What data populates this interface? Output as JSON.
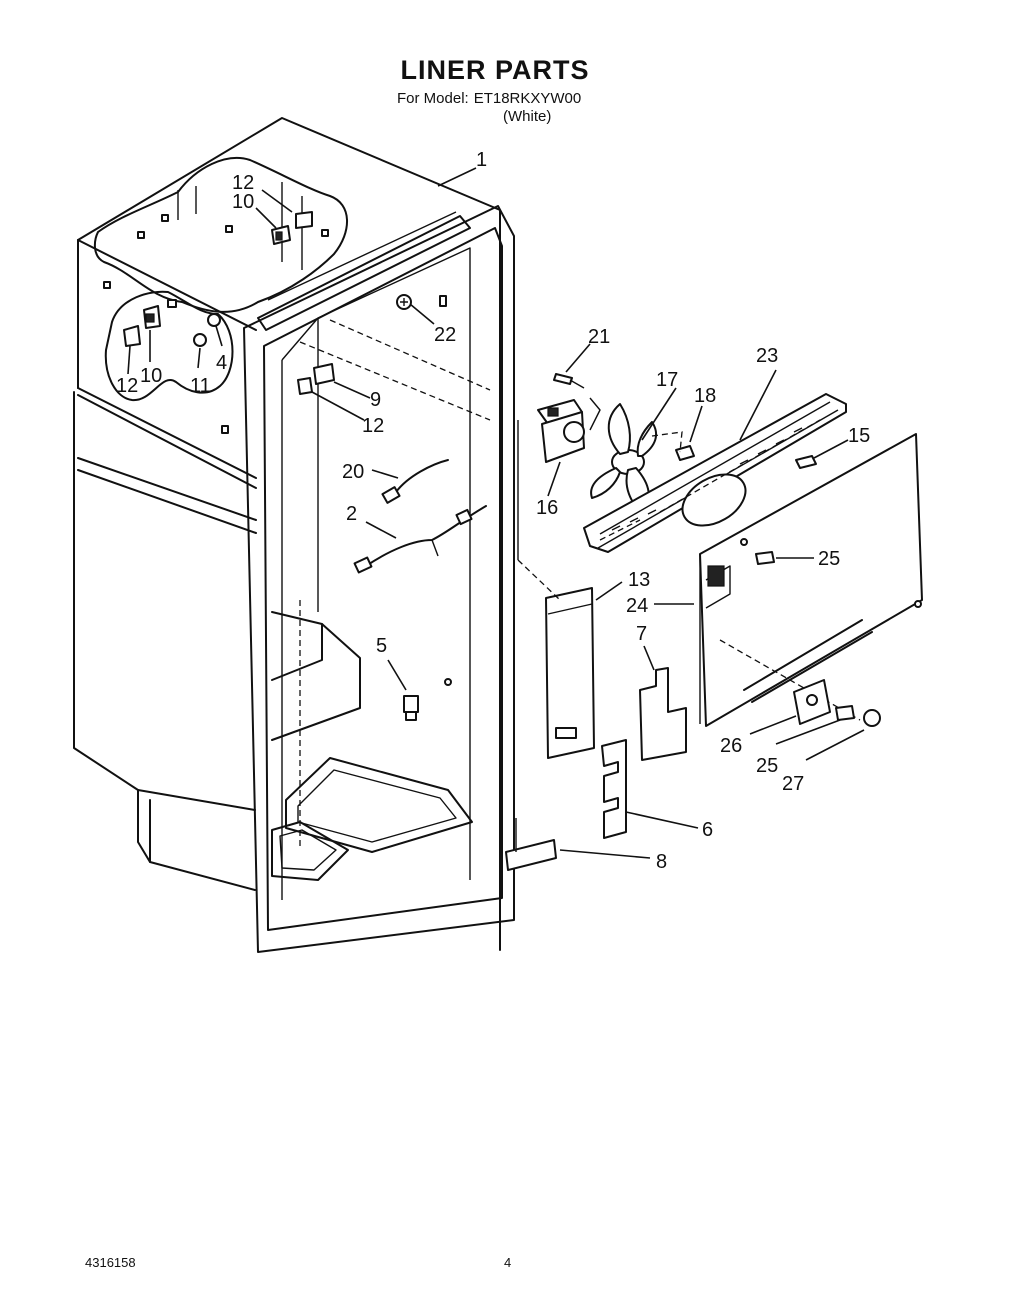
{
  "header": {
    "title": "LINER PARTS",
    "model_label": "For Model:",
    "model_number": "ET18RKXYW00",
    "variant": "(White)"
  },
  "footer": {
    "document_code": "4316158",
    "page_number": "4"
  },
  "callouts": {
    "c1": "1",
    "c12a": "12",
    "c10a": "10",
    "c22": "22",
    "c4": "4",
    "c12b": "12",
    "c10b": "10",
    "c11": "11",
    "c9": "9",
    "c12c": "12",
    "c20": "20",
    "c2": "2",
    "c5": "5",
    "c21": "21",
    "c17": "17",
    "c18": "18",
    "c23": "23",
    "c15": "15",
    "c16": "16",
    "c25a": "25",
    "c13": "13",
    "c24": "24",
    "c7": "7",
    "c26": "26",
    "c25b": "25",
    "c27": "27",
    "c6": "6",
    "c8": "8"
  }
}
